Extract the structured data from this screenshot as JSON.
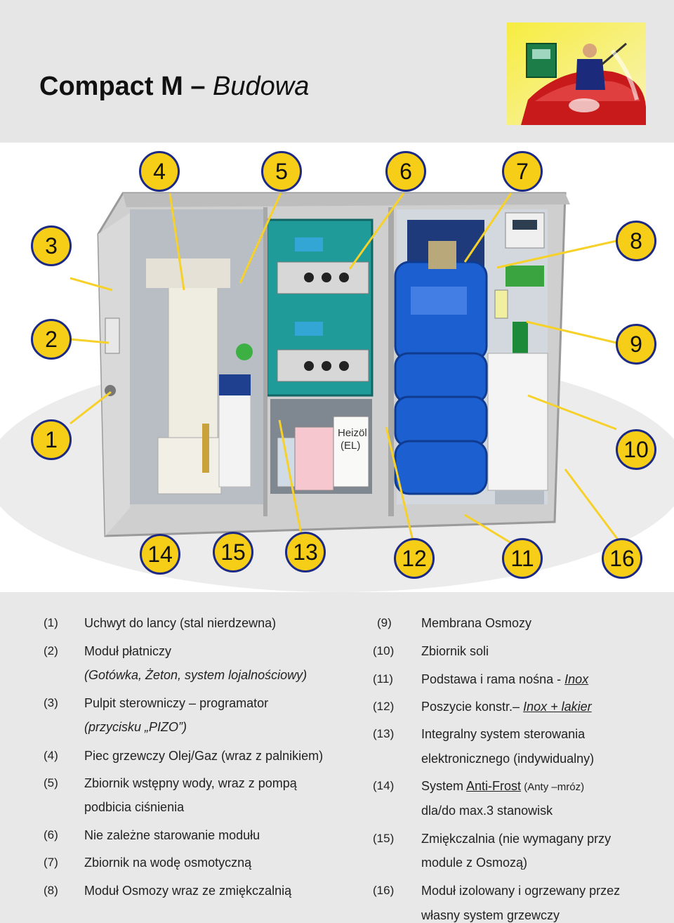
{
  "title": {
    "main": "Compact M –",
    "sub": "Budowa"
  },
  "badges": [
    "1",
    "2",
    "3",
    "4",
    "5",
    "6",
    "7",
    "8",
    "9",
    "10",
    "11",
    "12",
    "13",
    "14",
    "15",
    "16"
  ],
  "photo_labels": {
    "heizoel": "Heizöl",
    "el": "(EL)"
  },
  "legend_left": [
    {
      "num": "(1)",
      "line1": "Uchwyt do lancy  (stal nierdzewna)"
    },
    {
      "num": "(2)",
      "line1": "Moduł płatniczy",
      "line2": "(Gotówka, Żeton, system lojalnościowy)"
    },
    {
      "num": "(3)",
      "line1": "Pulpit sterowniczy – programator",
      "line2": "(przycisku „PIZO”)"
    },
    {
      "num": "(4)",
      "line1": "Piec grzewczy Olej/Gaz (wraz z palnikiem)"
    },
    {
      "num": "(5)",
      "line1": "Zbiornik wstępny wody, wraz z pompą",
      "line2": "podbicia ciśnienia"
    },
    {
      "num": "(6)",
      "line1": "Nie zależne starowanie modułu"
    },
    {
      "num": "(7)",
      "line1": "Zbiornik na wodę osmotyczną"
    },
    {
      "num": "(8)",
      "line1": "Moduł Osmozy wraz  ze zmiękczalnią"
    }
  ],
  "legend_right": [
    {
      "num": "(9)",
      "line1": "Membrana Osmozy"
    },
    {
      "num": "(10)",
      "line1": "Zbiornik soli"
    },
    {
      "num": "(11)",
      "line1a": "Podstawa i rama nośna - ",
      "line1b": "Inox"
    },
    {
      "num": "(12)",
      "line1a": "Poszycie konstr.– ",
      "line1b": "Inox + lakier"
    },
    {
      "num": "(13)",
      "line1": "Integralny system sterowania",
      "line2": "elektronicznego (indywidualny)"
    },
    {
      "num": "(14)",
      "line1a": "System ",
      "line1b": "Anti-Frost",
      "line1c": " (Anty –mróz)",
      "line2": "dla/do max.3 stanowisk"
    },
    {
      "num": "(15)",
      "line1": "Zmiękczalnia (nie wymagany przy",
      "line2": "module z Osmozą)"
    },
    {
      "num": "(16)",
      "line1": "Moduł izolowany i ogrzewany przez",
      "line2": "własny system grzewczy"
    }
  ]
}
